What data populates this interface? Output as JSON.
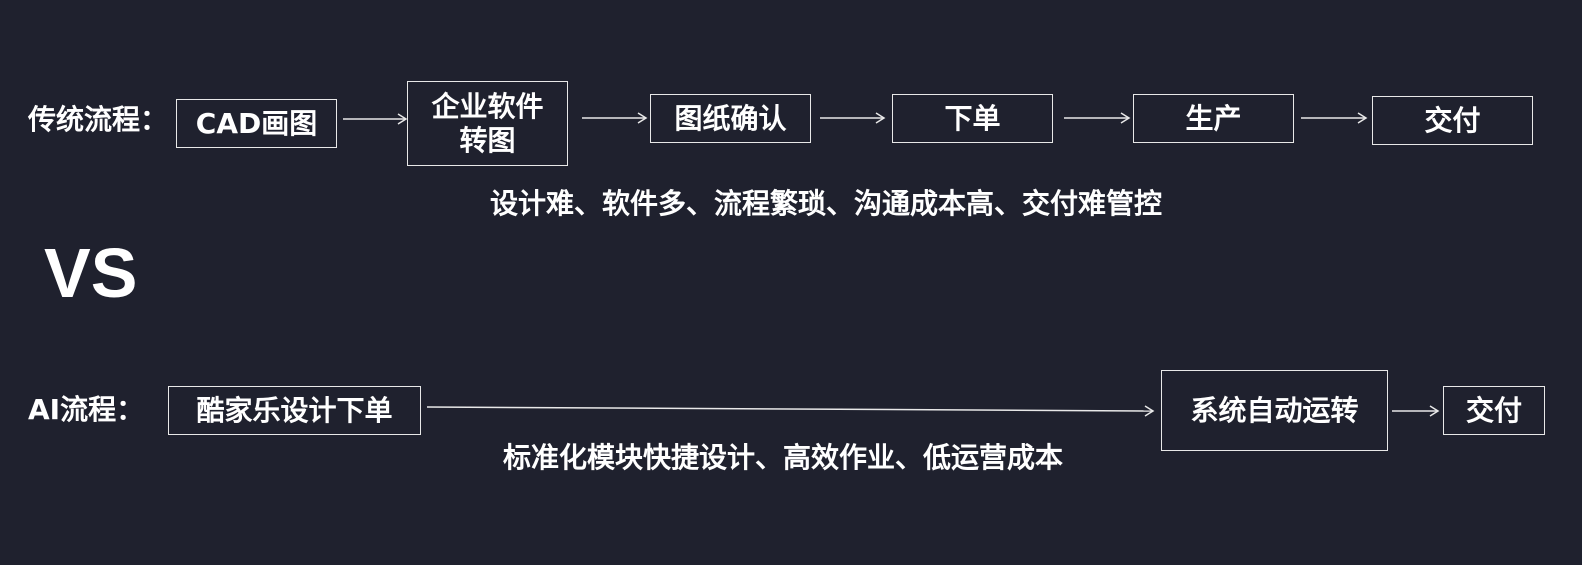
{
  "traditional": {
    "label": "传统流程：",
    "steps": [
      {
        "line1": "CAD画图",
        "line2": ""
      },
      {
        "line1": "企业软件",
        "line2": "转图"
      },
      {
        "line1": "图纸确认",
        "line2": ""
      },
      {
        "line1": "下单",
        "line2": ""
      },
      {
        "line1": "生产",
        "line2": ""
      },
      {
        "line1": "交付",
        "line2": ""
      }
    ],
    "caption": "设计难、软件多、流程繁琐、沟通成本高、交付难管控"
  },
  "vs": "VS",
  "ai": {
    "label": "AI流程：",
    "steps": [
      {
        "line1": "酷家乐设计下单",
        "line2": ""
      },
      {
        "line1": "系统自动运转",
        "line2": ""
      },
      {
        "line1": "交付",
        "line2": ""
      }
    ],
    "caption": "标准化模块快捷设计、高效作业、低运营成本"
  },
  "colors": {
    "background": "#1f212e",
    "foreground": "#ffffff",
    "border": "#e8e8e8"
  }
}
